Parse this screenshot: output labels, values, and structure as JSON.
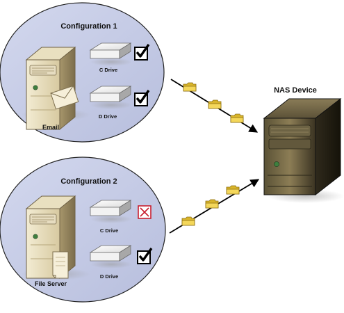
{
  "configurations": [
    {
      "title": "Configuration 1",
      "server_label": "Email",
      "server_icon": "envelope-icon",
      "drives": [
        {
          "label": "C Drive",
          "status": "check"
        },
        {
          "label": "D Drive",
          "status": "check"
        }
      ]
    },
    {
      "title": "Configuration 2",
      "server_label": "File Server",
      "server_icon": "document-icon",
      "drives": [
        {
          "label": "C Drive",
          "status": "cross"
        },
        {
          "label": "D Drive",
          "status": "check"
        }
      ]
    }
  ],
  "nas": {
    "label": "NAS Device"
  },
  "colors": {
    "ellipse_fill": "#c6cce6",
    "ellipse_stroke": "#222222",
    "server_light": "#efe6c8",
    "server_dark": "#8f7f5a",
    "nas_dark": "#2a2618",
    "folder": "#f0d24a",
    "cross": "#c81e2e",
    "check": "#000000"
  }
}
